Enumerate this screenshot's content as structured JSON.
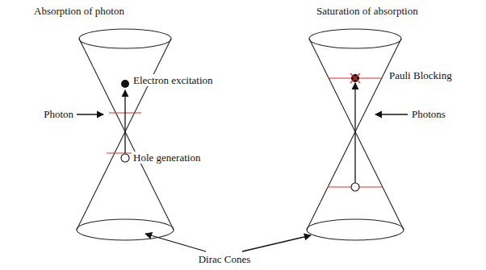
{
  "diagram": {
    "labels": [
      "Absorption of photon",
      "Saturation of absorption",
      "Electron excitation",
      "Photon",
      "Hole generation",
      "Pauli Blocking",
      "Photons",
      "Dirac Cones"
    ]
  }
}
